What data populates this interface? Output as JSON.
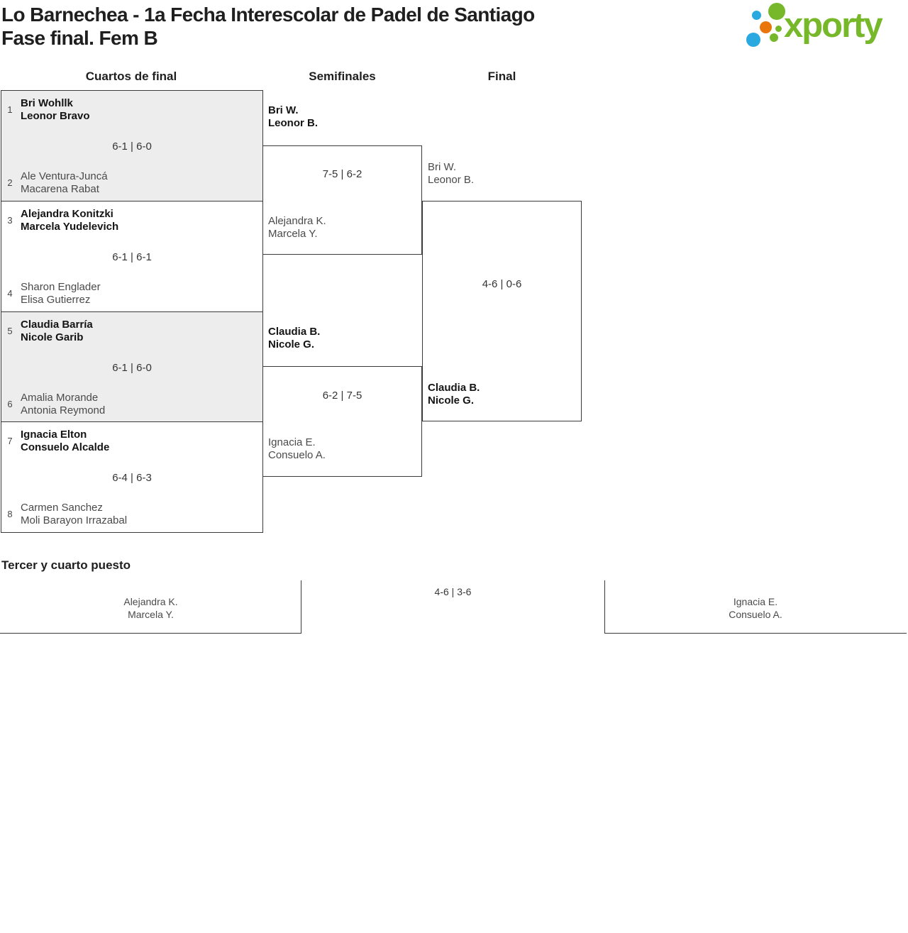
{
  "header": {
    "title_line1": "Lo Barnechea - 1a Fecha Interescolar de Padel de Santiago",
    "title_line2": "Fase final. Fem B",
    "logo": {
      "text": "xporty"
    }
  },
  "columns": {
    "quarterfinals": "Cuartos de final",
    "semifinals": "Semifinales",
    "final": "Final"
  },
  "bracket": {
    "quarterfinals": [
      {
        "top": {
          "seed": "1",
          "line1": "Bri Wohllk",
          "line2": "Leonor Bravo",
          "winner": true
        },
        "score": "6-1 | 6-0",
        "bottom": {
          "seed": "2",
          "line1": "Ale Ventura-Juncá",
          "line2": "Macarena Rabat",
          "winner": false
        }
      },
      {
        "top": {
          "seed": "3",
          "line1": "Alejandra Konitzki",
          "line2": "Marcela Yudelevich",
          "winner": true
        },
        "score": "6-1 | 6-1",
        "bottom": {
          "seed": "4",
          "line1": "Sharon Englader",
          "line2": "Elisa Gutierrez",
          "winner": false
        }
      },
      {
        "top": {
          "seed": "5",
          "line1": "Claudia Barría",
          "line2": "Nicole Garib",
          "winner": true
        },
        "score": "6-1 | 6-0",
        "bottom": {
          "seed": "6",
          "line1": "Amalia Morande",
          "line2": "Antonia Reymond",
          "winner": false
        }
      },
      {
        "top": {
          "seed": "7",
          "line1": "Ignacia Elton",
          "line2": "Consuelo Alcalde",
          "winner": true
        },
        "score": "6-4 | 6-3",
        "bottom": {
          "seed": "8",
          "line1": "Carmen Sanchez",
          "line2": "Moli Barayon Irrazabal",
          "winner": false
        }
      }
    ],
    "semifinals": [
      {
        "top": {
          "line1": "Bri W.",
          "line2": "Leonor B.",
          "winner": true
        },
        "score": "7-5 | 6-2",
        "bottom": {
          "line1": "Alejandra K.",
          "line2": "Marcela Y.",
          "winner": false
        }
      },
      {
        "top": {
          "line1": "Claudia B.",
          "line2": "Nicole G.",
          "winner": true
        },
        "score": "6-2 | 7-5",
        "bottom": {
          "line1": "Ignacia E.",
          "line2": "Consuelo A.",
          "winner": false
        }
      }
    ],
    "final": {
      "top": {
        "line1": "Bri W.",
        "line2": "Leonor B.",
        "winner": false
      },
      "score": "4-6 | 0-6",
      "bottom": {
        "line1": "Claudia B.",
        "line2": "Nicole G.",
        "winner": true
      }
    },
    "third_place": {
      "title": "Tercer y cuarto puesto",
      "left": {
        "line1": "Alejandra K.",
        "line2": "Marcela Y."
      },
      "score": "4-6 | 3-6",
      "right": {
        "line1": "Ignacia E.",
        "line2": "Consuelo A."
      }
    }
  },
  "colors": {
    "brand_green": "#76b82a",
    "brand_blue": "#29a9e0",
    "brand_orange": "#e8760d",
    "bracket_border": "#3a3a3a",
    "match_alt_background": "#ededed",
    "winner_text": "#141414",
    "loser_text": "#4a4a4a"
  }
}
